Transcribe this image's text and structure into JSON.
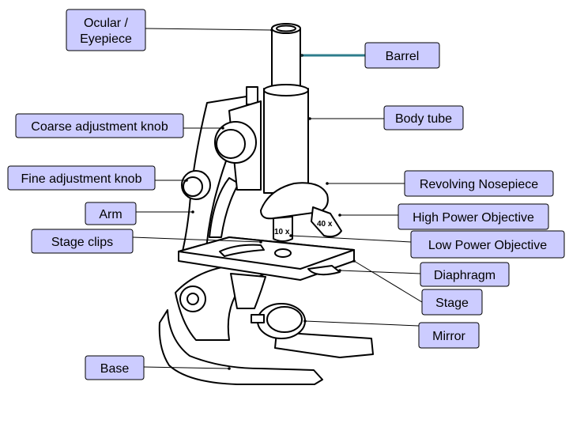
{
  "diagram": {
    "box_fill": "#ccccff",
    "box_stroke": "#000000",
    "highlight_leader_color": "#2e7d8c",
    "objective_marks": {
      "low": "10 x",
      "high": "40 x"
    },
    "labels": {
      "ocular": [
        "Ocular /",
        "Eyepiece"
      ],
      "barrel": "Barrel",
      "body_tube": "Body tube",
      "coarse_knob": "Coarse adjustment knob",
      "fine_knob": "Fine adjustment knob",
      "revolving_nosepiece": "Revolving Nosepiece",
      "arm": "Arm",
      "high_power_objective": "High Power Objective",
      "stage_clips": "Stage clips",
      "low_power_objective": "Low Power Objective",
      "diaphragm": "Diaphragm",
      "stage": "Stage",
      "mirror": "Mirror",
      "base": "Base"
    }
  }
}
